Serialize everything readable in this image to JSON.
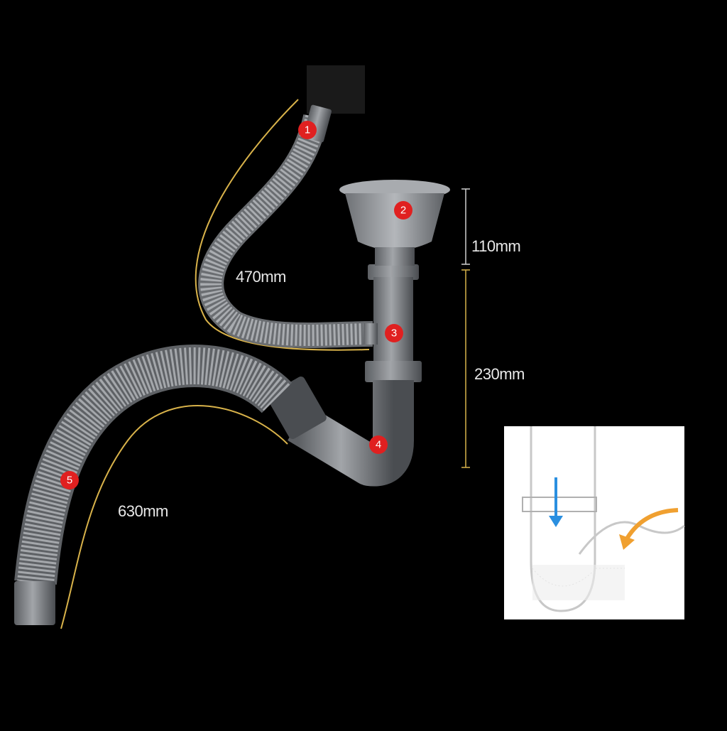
{
  "parts": [
    {
      "label": "1"
    },
    {
      "label": "2"
    },
    {
      "label": "3"
    },
    {
      "label": "4"
    },
    {
      "label": "5"
    }
  ],
  "dimensions": {
    "hose_short": "470mm",
    "basket_height": "110mm",
    "pipe_height": "230mm",
    "hose_long": "630mm"
  },
  "colors": {
    "background": "#000000",
    "pipe": "#8a8d91",
    "badge": "#e02020",
    "guide_line": "#d8b24a",
    "flow_arrow_down": "#2a8fe0",
    "flow_arrow_in": "#f0a030"
  },
  "inset": {
    "icons": [
      "trap-diagram",
      "down-arrow-icon",
      "curved-arrow-icon"
    ]
  }
}
